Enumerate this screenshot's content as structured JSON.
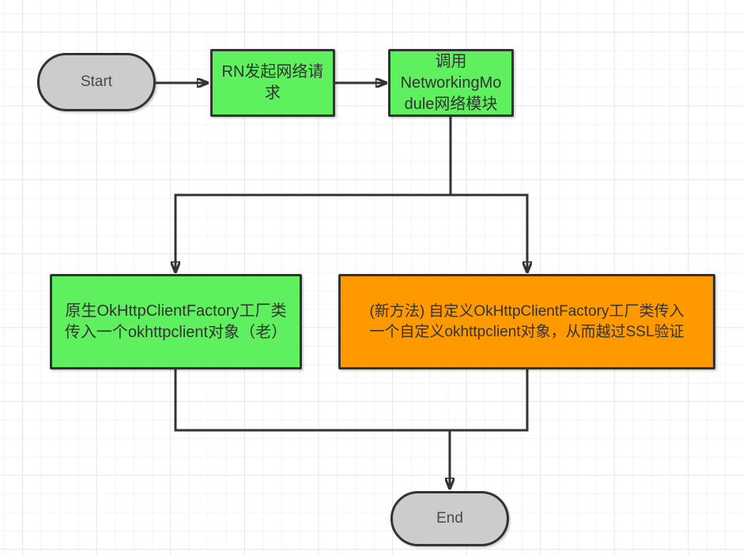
{
  "palette": {
    "canvas_bg": "#ffffff",
    "grid_minor": "#f4f4f4",
    "grid_major": "#e8e8e8",
    "node_border": "#333333",
    "connector": "#333333",
    "terminator_fill": "#cccccc",
    "process_green_fill": "#5ef05e",
    "process_orange_fill": "#ff9900",
    "text": "#333333"
  },
  "diagram": {
    "type": "flowchart",
    "nodes": {
      "start": {
        "label": "Start",
        "shape": "terminator",
        "fill": "#cccccc"
      },
      "rn_request": {
        "label": "RN发起网络请\n求",
        "shape": "process",
        "fill": "#5ef05e"
      },
      "networking_module": {
        "label": "调用\nNetworkingMo\ndule网络模块",
        "shape": "process",
        "fill": "#5ef05e"
      },
      "old_factory": {
        "label": "原生OkHttpClientFactory工厂类\n传入一个okhttpclient对象（老）",
        "shape": "process",
        "fill": "#5ef05e"
      },
      "new_factory": {
        "label": "(新方法) 自定义OkHttpClientFactory工厂类传入\n一个自定义okhttpclient对象，从而越过SSL验证",
        "shape": "process",
        "fill": "#ff9900"
      },
      "end": {
        "label": "End",
        "shape": "terminator",
        "fill": "#cccccc"
      }
    },
    "edges": [
      {
        "from": "start",
        "to": "rn_request"
      },
      {
        "from": "rn_request",
        "to": "networking_module"
      },
      {
        "from": "networking_module",
        "to": "old_factory"
      },
      {
        "from": "networking_module",
        "to": "new_factory"
      },
      {
        "from": "old_factory",
        "to": "end"
      },
      {
        "from": "new_factory",
        "to": "end"
      }
    ]
  }
}
